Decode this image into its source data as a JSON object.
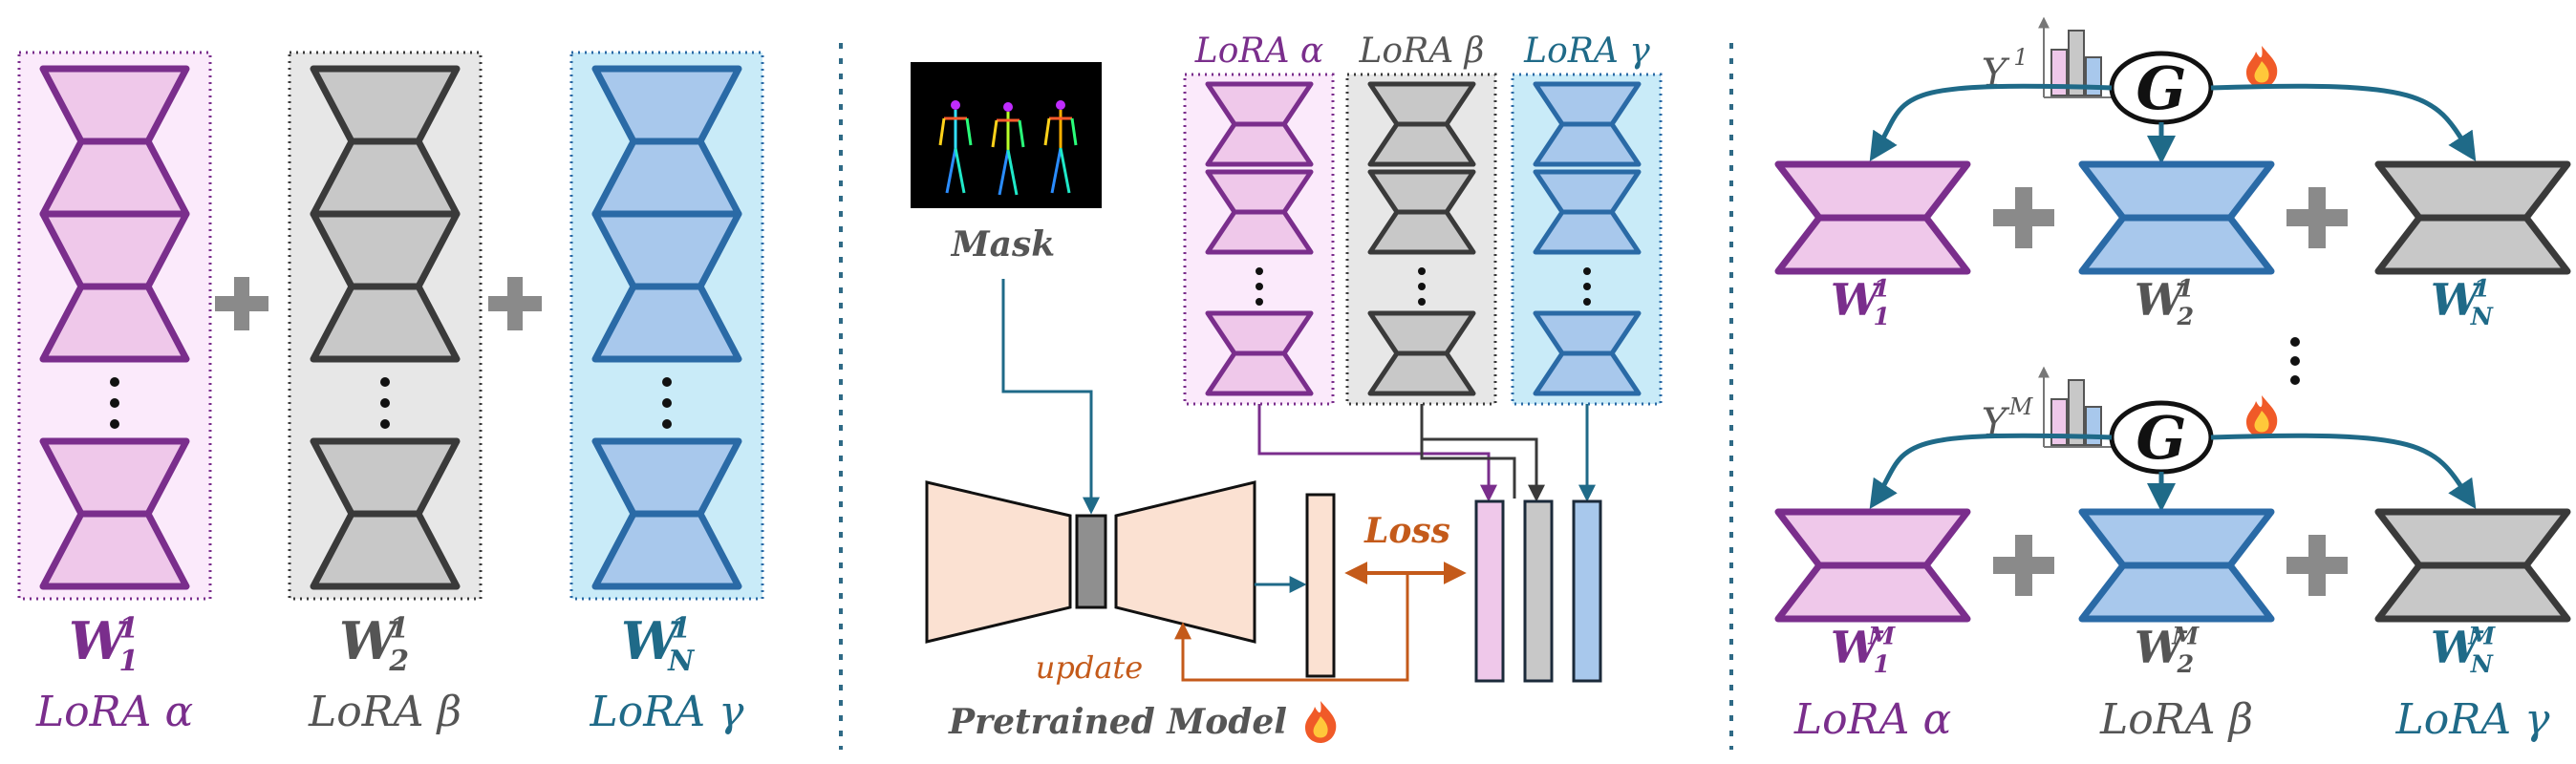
{
  "colors": {
    "alpha_fill": "#efc8ea",
    "alpha_stroke": "#7a2e8c",
    "alpha_bg": "#fbeafb",
    "beta_fill": "#c8c8c8",
    "beta_stroke": "#3a3a3a",
    "beta_bg": "#e7e7e7",
    "gamma_fill": "#a8c8ec",
    "gamma_stroke": "#2a6aa6",
    "gamma_bg": "#c9ebf8",
    "teal_arrow": "#1f6a88",
    "loss_orange": "#c45a1a",
    "peach": "#fbe1d2",
    "divider": "#2f6a86",
    "plus": "#8a8a8a"
  },
  "left": {
    "weights": [
      {
        "letter": "W",
        "sub": "1",
        "sup": "1",
        "lora": "LoRA α"
      },
      {
        "letter": "W",
        "sub": "2",
        "sup": "1",
        "lora": "LoRA β"
      },
      {
        "letter": "W",
        "sub": "N",
        "sup": "1",
        "lora": "LoRA γ"
      }
    ]
  },
  "middle": {
    "lora_labels": [
      "LoRA α",
      "LoRA β",
      "LoRA γ"
    ],
    "mask_label": "Mask",
    "loss_label": "Loss",
    "update_label": "update",
    "model_label": "Pretrained Model",
    "fire_icon": "fire-icon"
  },
  "right": {
    "gate_label": "G",
    "gamma_top": "Υ",
    "gamma_top_sup": "1",
    "gamma_bottom": "Υ",
    "gamma_bottom_sup": "M",
    "top_weights": [
      {
        "letter": "W",
        "sub": "1",
        "sup": "1"
      },
      {
        "letter": "W",
        "sub": "2",
        "sup": "1"
      },
      {
        "letter": "W",
        "sub": "N",
        "sup": "1"
      }
    ],
    "bottom_weights": [
      {
        "letter": "W",
        "sub": "1",
        "sup": "M"
      },
      {
        "letter": "W",
        "sub": "2",
        "sup": "M"
      },
      {
        "letter": "W",
        "sub": "N",
        "sup": "M"
      }
    ],
    "lora_labels": [
      "LoRA α",
      "LoRA β",
      "LoRA γ"
    ]
  }
}
